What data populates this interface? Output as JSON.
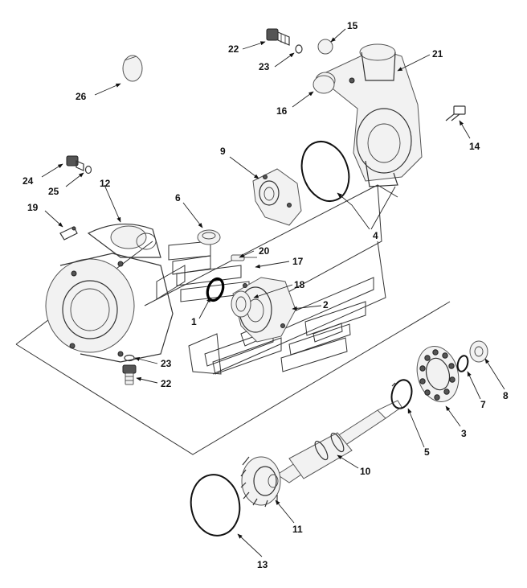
{
  "diagram": {
    "type": "exploded-parts-view",
    "callouts": [
      {
        "id": "c22a",
        "label": "22"
      },
      {
        "id": "c23a",
        "label": "23"
      },
      {
        "id": "c15",
        "label": "15"
      },
      {
        "id": "c21",
        "label": "21"
      },
      {
        "id": "c26",
        "label": "26"
      },
      {
        "id": "c16",
        "label": "16"
      },
      {
        "id": "c14",
        "label": "14"
      },
      {
        "id": "c9",
        "label": "9"
      },
      {
        "id": "c24",
        "label": "24"
      },
      {
        "id": "c12",
        "label": "12"
      },
      {
        "id": "c25",
        "label": "25"
      },
      {
        "id": "c6",
        "label": "6"
      },
      {
        "id": "c19",
        "label": "19"
      },
      {
        "id": "c4",
        "label": "4"
      },
      {
        "id": "c20",
        "label": "20"
      },
      {
        "id": "c17",
        "label": "17"
      },
      {
        "id": "c18",
        "label": "18"
      },
      {
        "id": "c1",
        "label": "1"
      },
      {
        "id": "c2",
        "label": "2"
      },
      {
        "id": "c23b",
        "label": "23"
      },
      {
        "id": "c22b",
        "label": "22"
      },
      {
        "id": "c8",
        "label": "8"
      },
      {
        "id": "c7",
        "label": "7"
      },
      {
        "id": "c3",
        "label": "3"
      },
      {
        "id": "c5",
        "label": "5"
      },
      {
        "id": "c10",
        "label": "10"
      },
      {
        "id": "c11",
        "label": "11"
      },
      {
        "id": "c13",
        "label": "13"
      }
    ]
  }
}
